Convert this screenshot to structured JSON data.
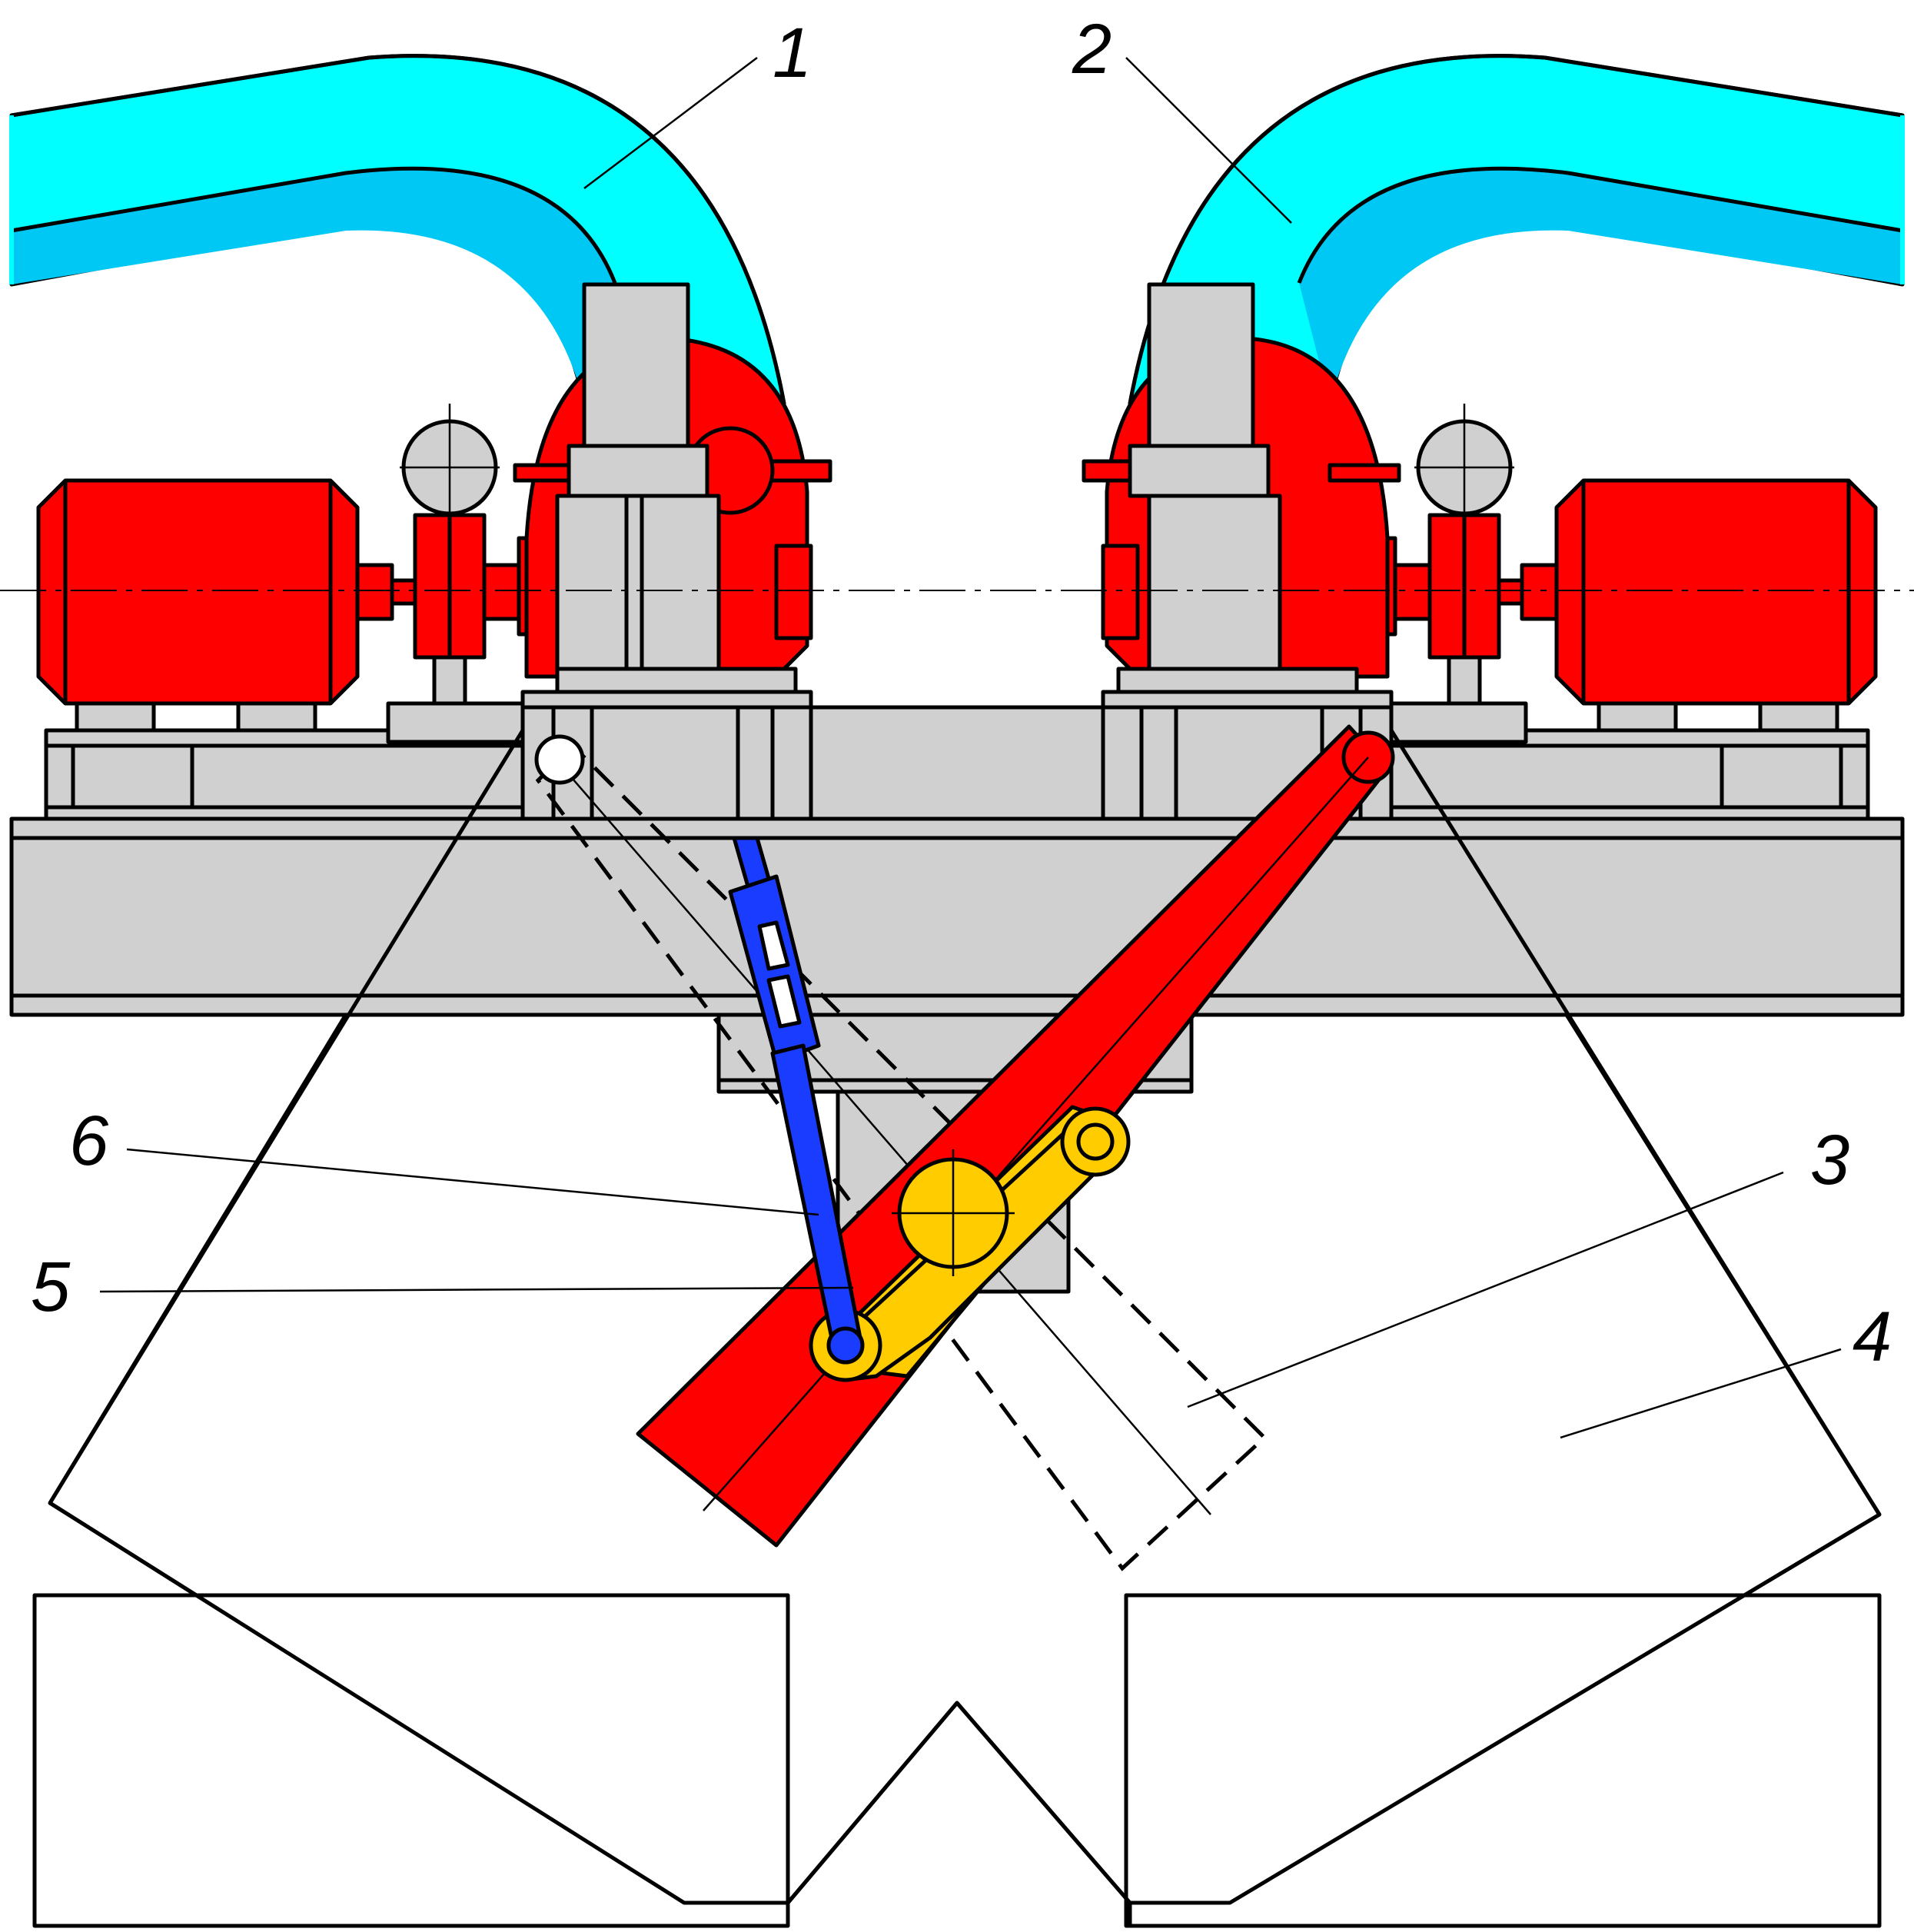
{
  "labels": {
    "l1": "1",
    "l2": "2",
    "l3": "3",
    "l4": "4",
    "l5": "5",
    "l6": "6"
  },
  "colors": {
    "chute": "#00ffff",
    "chute_inner": "#00c8f5",
    "drive": "#ff0000",
    "frame": "#d0d0d0",
    "flap": "#ff0000",
    "rocker": "#ffcc00",
    "cylinder": "#1a3cff",
    "outline": "#000000",
    "background": "#ffffff"
  },
  "icons": {
    "motor": "motor-icon",
    "gearbox": "gearbox-icon",
    "coupling": "coupling-icon"
  }
}
